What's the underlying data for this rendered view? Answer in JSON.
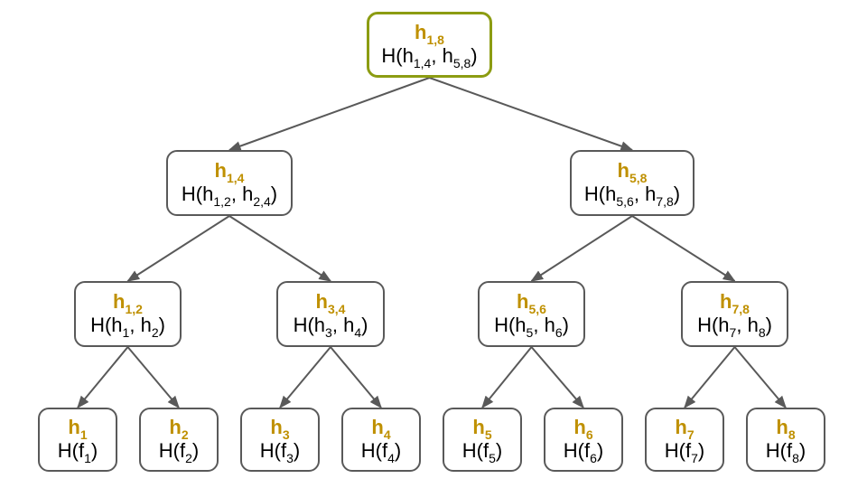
{
  "colors": {
    "label": "#bf9000",
    "root_border": "#8c9c12",
    "border": "#595959",
    "edge": "#595959"
  },
  "nodes": [
    {
      "id": "h18",
      "label": "h",
      "label_sub": "1,8",
      "fn": "H(",
      "a": "h",
      "a_sub": "1,4",
      "b": "h",
      "b_sub": "5,8",
      "root": true
    },
    {
      "id": "h14",
      "label": "h",
      "label_sub": "1,4",
      "fn": "H(",
      "a": "h",
      "a_sub": "1,2",
      "b": "h",
      "b_sub": "2,4"
    },
    {
      "id": "h58",
      "label": "h",
      "label_sub": "5,8",
      "fn": "H(",
      "a": "h",
      "a_sub": "5,6",
      "b": "h",
      "b_sub": "7,8"
    },
    {
      "id": "h12",
      "label": "h",
      "label_sub": "1,2",
      "fn": "H(",
      "a": "h",
      "a_sub": "1",
      "b": "h",
      "b_sub": "2"
    },
    {
      "id": "h34",
      "label": "h",
      "label_sub": "3,4",
      "fn": "H(",
      "a": "h",
      "a_sub": "3",
      "b": "h",
      "b_sub": "4"
    },
    {
      "id": "h56",
      "label": "h",
      "label_sub": "5,6",
      "fn": "H(",
      "a": "h",
      "a_sub": "5",
      "b": "h",
      "b_sub": "6"
    },
    {
      "id": "h78",
      "label": "h",
      "label_sub": "7,8",
      "fn": "H(",
      "a": "h",
      "a_sub": "7",
      "b": "h",
      "b_sub": "8"
    },
    {
      "id": "h1",
      "label": "h",
      "label_sub": "1",
      "fn": "H(",
      "a": "f",
      "a_sub": "1"
    },
    {
      "id": "h2",
      "label": "h",
      "label_sub": "2",
      "fn": "H(",
      "a": "f",
      "a_sub": "2"
    },
    {
      "id": "h3",
      "label": "h",
      "label_sub": "3",
      "fn": "H(",
      "a": "f",
      "a_sub": "3"
    },
    {
      "id": "h4",
      "label": "h",
      "label_sub": "4",
      "fn": "H(",
      "a": "f",
      "a_sub": "4"
    },
    {
      "id": "h5",
      "label": "h",
      "label_sub": "5",
      "fn": "H(",
      "a": "f",
      "a_sub": "5"
    },
    {
      "id": "h6",
      "label": "h",
      "label_sub": "6",
      "fn": "H(",
      "a": "f",
      "a_sub": "6"
    },
    {
      "id": "h7",
      "label": "h",
      "label_sub": "7",
      "fn": "H(",
      "a": "f",
      "a_sub": "7"
    },
    {
      "id": "h8",
      "label": "h",
      "label_sub": "8",
      "fn": "H(",
      "a": "f",
      "a_sub": "8"
    }
  ],
  "edges": [
    [
      "h18",
      "h14"
    ],
    [
      "h18",
      "h58"
    ],
    [
      "h14",
      "h12"
    ],
    [
      "h14",
      "h34"
    ],
    [
      "h58",
      "h56"
    ],
    [
      "h58",
      "h78"
    ],
    [
      "h12",
      "h1"
    ],
    [
      "h12",
      "h2"
    ],
    [
      "h34",
      "h3"
    ],
    [
      "h34",
      "h4"
    ],
    [
      "h56",
      "h5"
    ],
    [
      "h56",
      "h6"
    ],
    [
      "h78",
      "h7"
    ],
    [
      "h78",
      "h8"
    ]
  ]
}
